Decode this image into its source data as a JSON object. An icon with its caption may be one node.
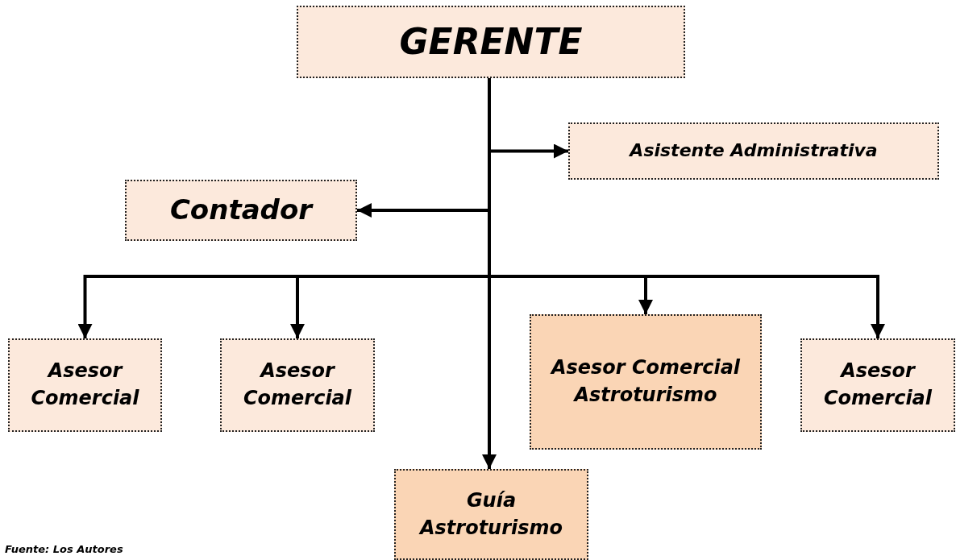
{
  "diagram": {
    "nodes": [
      {
        "text": [
          "GERENTE"
        ]
      },
      {
        "text": [
          "Asistente Administrativa"
        ]
      },
      {
        "text": [
          "Contador"
        ]
      },
      {
        "text": [
          "Asesor Comercial"
        ]
      },
      {
        "text": [
          "Asesor Comercial"
        ]
      },
      {
        "text": [
          "Asesor Comercial Astroturismo"
        ]
      },
      {
        "text": [
          "Asesor Comercial"
        ]
      },
      {
        "text": [
          "Guía Astroturismo"
        ]
      }
    ],
    "edges": [
      {
        "from": 0,
        "to": 1,
        "arrow": "to"
      },
      {
        "from": 0,
        "to": 2,
        "arrow": "to"
      },
      {
        "from": 0,
        "to": 3,
        "arrow": "to"
      },
      {
        "from": 0,
        "to": 4,
        "arrow": "to"
      },
      {
        "from": 0,
        "to": 5,
        "arrow": "to"
      },
      {
        "from": 0,
        "to": 6,
        "arrow": "to"
      },
      {
        "from": 0,
        "to": 7,
        "arrow": "to"
      }
    ],
    "labels": [
      "Fuente: Los Autores"
    ]
  }
}
